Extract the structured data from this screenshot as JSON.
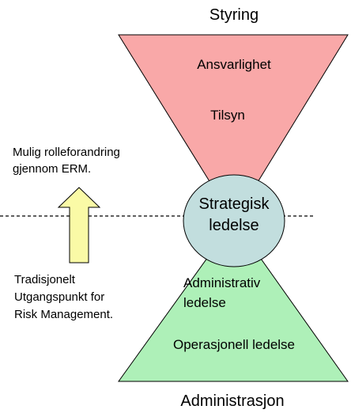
{
  "top_title": "Styring",
  "bottom_title": "Administrasjon",
  "upper_triangle": {
    "fill": "#f9a8a8",
    "items": [
      "Ansvarlighet",
      "Tilsyn"
    ]
  },
  "lower_triangle": {
    "fill": "#aef0b8",
    "items": [
      "Administrativ",
      "ledelse",
      "Operasjonell ledelse"
    ]
  },
  "circle": {
    "fill": "#c2dede",
    "lines": [
      "Strategisk",
      "ledelse"
    ]
  },
  "arrow": {
    "fill": "#fafaa6",
    "direction": "up"
  },
  "left_notes": {
    "upper": [
      "Mulig rolleforandring",
      "gjennom ERM."
    ],
    "lower": [
      "Tradisjonelt",
      "Utgangspunkt for",
      "Risk Management."
    ]
  }
}
